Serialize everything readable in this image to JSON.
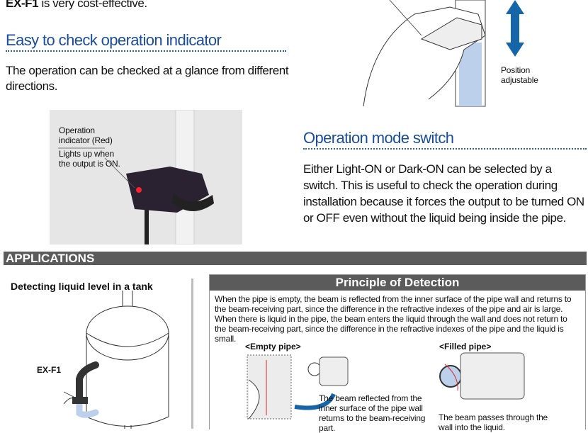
{
  "intro": {
    "bold": "EX-F1",
    "rest": " is very cost-effective."
  },
  "indicator": {
    "heading": "Easy to check operation indicator",
    "body": "The operation can be checked at a glance from different directions.",
    "photo_label1": "Operation indicator (Red)",
    "photo_label2": "Lights up when the output is ON."
  },
  "top_figure": {
    "label": "Position adjustable"
  },
  "mode": {
    "heading": "Operation mode switch",
    "body": "Either Light-ON or Dark-ON can be selected by a switch. This is useful to check the operation during installation because it forces the output to be turned ON or OFF even without the liquid being inside the pipe."
  },
  "applications": {
    "title": "APPLICATIONS",
    "example_title": "Detecting liquid level in a tank",
    "sensor_label": "EX-F1"
  },
  "principle": {
    "title": "Principle of Detection",
    "body": "When the pipe is empty, the beam is reflected from the inner surface of the pipe wall and returns to the beam-receiving part, since the difference in the refractive indexes of the pipe and air is large. When there is liquid in the pipe, the beam enters the liquid through the wall and does not return to the beam-receiving part, since the difference in the refractive indexes of the pipe and the liquid is small.",
    "empty_label": "<Empty pipe>",
    "empty_caption": "The beam reflected from the inner surface of the pipe wall returns to the beam-receiving part.",
    "filled_label": "<Filled pipe>",
    "filled_caption": "The beam passes through the wall into the liquid."
  },
  "colors": {
    "heading": "#1a4c9c",
    "bar": "#5b5b5b",
    "arrow": "#1565a8",
    "liquid": "#bcd0ec"
  }
}
